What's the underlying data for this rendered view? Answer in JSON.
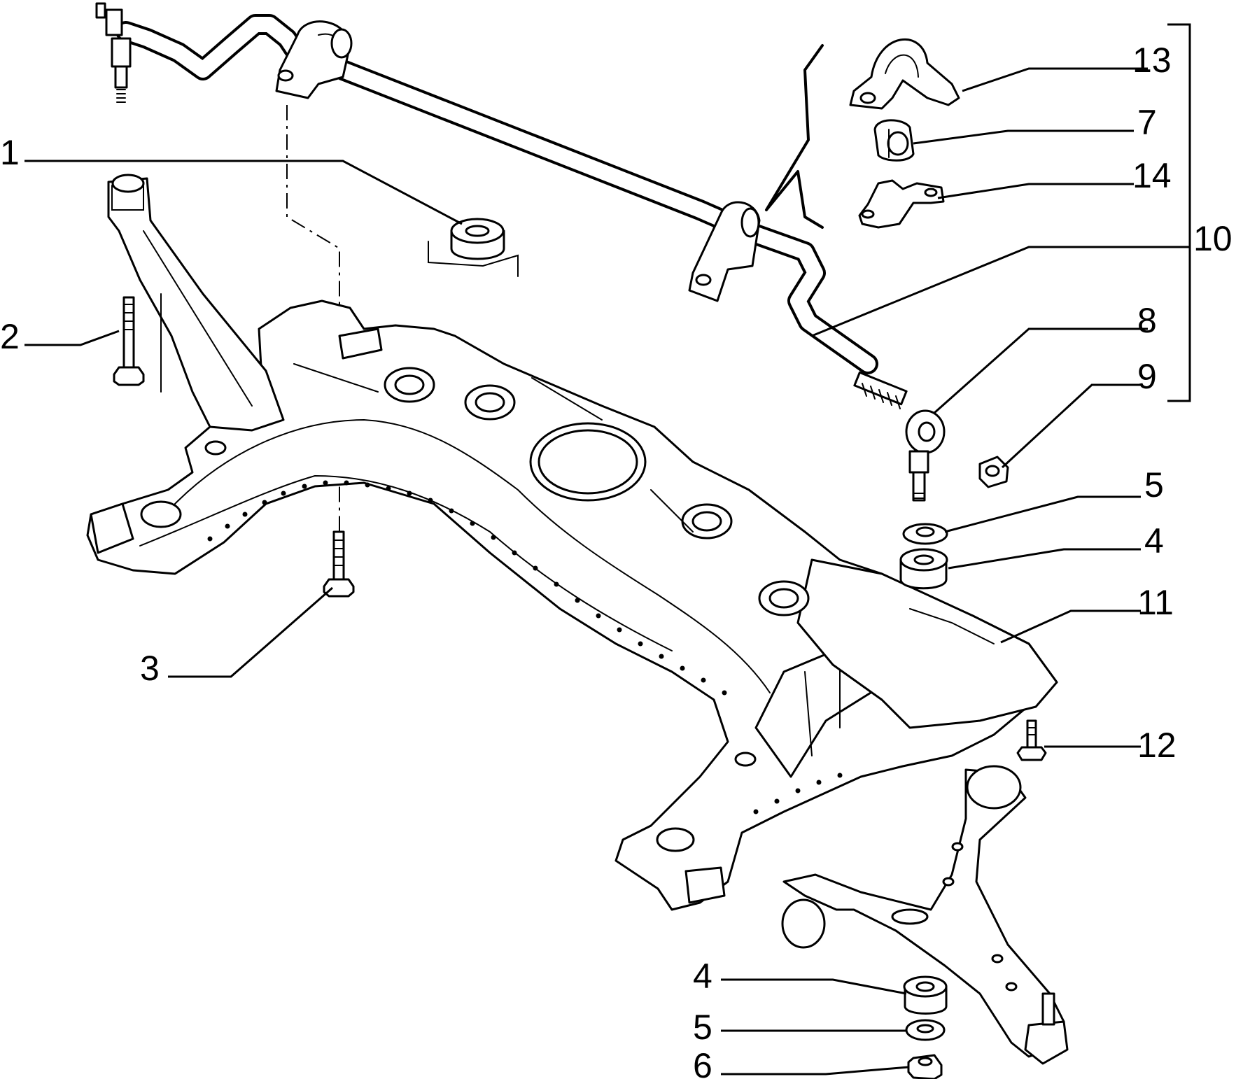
{
  "callouts": [
    {
      "id": "1",
      "text": "1"
    },
    {
      "id": "2",
      "text": "2"
    },
    {
      "id": "3",
      "text": "3"
    },
    {
      "id": "4a",
      "text": "4"
    },
    {
      "id": "4b",
      "text": "4"
    },
    {
      "id": "5a",
      "text": "5"
    },
    {
      "id": "5b",
      "text": "5"
    },
    {
      "id": "6",
      "text": "6"
    },
    {
      "id": "7",
      "text": "7"
    },
    {
      "id": "8",
      "text": "8"
    },
    {
      "id": "9",
      "text": "9"
    },
    {
      "id": "10",
      "text": "10"
    },
    {
      "id": "11",
      "text": "11"
    },
    {
      "id": "12",
      "text": "12"
    },
    {
      "id": "13",
      "text": "13"
    },
    {
      "id": "14",
      "text": "14"
    }
  ]
}
